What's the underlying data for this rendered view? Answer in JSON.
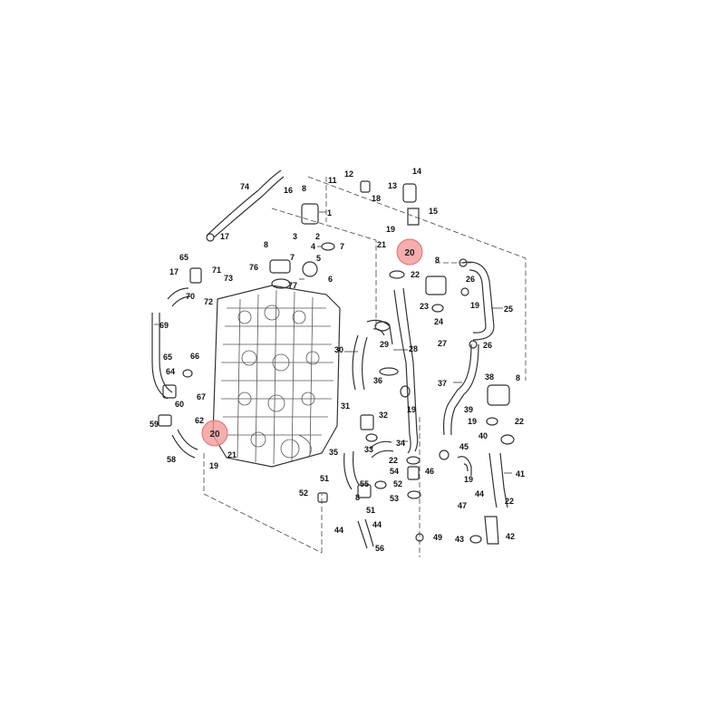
{
  "callouts": [
    "20",
    "20"
  ],
  "labels": {
    "l1": "1",
    "l2": "2",
    "l3": "3",
    "l4": "4",
    "l5": "5",
    "l6": "6",
    "l7a": "7",
    "l7b": "7",
    "l8a": "8",
    "l8b": "8",
    "l8c": "8",
    "l8d": "8",
    "l8e": "8",
    "l11": "11",
    "l12": "12",
    "l13": "13",
    "l14": "14",
    "l15": "15",
    "l16": "16",
    "l17a": "17",
    "l17b": "17",
    "l18": "18",
    "l19a": "19",
    "l19b": "19",
    "l19c": "19",
    "l19d": "19",
    "l19e": "19",
    "l19f": "19",
    "l21a": "21",
    "l21b": "21",
    "l22a": "22",
    "l22b": "22",
    "l22c": "22",
    "l22d": "22",
    "l23": "23",
    "l24": "24",
    "l25": "25",
    "l26a": "26",
    "l26b": "26",
    "l27": "27",
    "l28": "28",
    "l29": "29",
    "l30": "30",
    "l31": "31",
    "l32": "32",
    "l33": "33",
    "l34": "34",
    "l35": "35",
    "l36": "36",
    "l37": "37",
    "l38": "38",
    "l39": "39",
    "l40": "40",
    "l41": "41",
    "l42": "42",
    "l43": "43",
    "l44a": "44",
    "l44b": "44",
    "l44c": "44",
    "l45": "45",
    "l46": "46",
    "l47": "47",
    "l49": "49",
    "l51a": "51",
    "l51b": "51",
    "l52a": "52",
    "l52b": "52",
    "l53": "53",
    "l54": "54",
    "l55": "55",
    "l56": "56",
    "l58": "58",
    "l59": "59",
    "l60": "60",
    "l62": "62",
    "l64": "64",
    "l65a": "65",
    "l65b": "65",
    "l66": "66",
    "l67": "67",
    "l69": "69",
    "l70": "70",
    "l71": "71",
    "l72": "72",
    "l73": "73",
    "l74": "74",
    "l76": "76",
    "l77": "77"
  }
}
